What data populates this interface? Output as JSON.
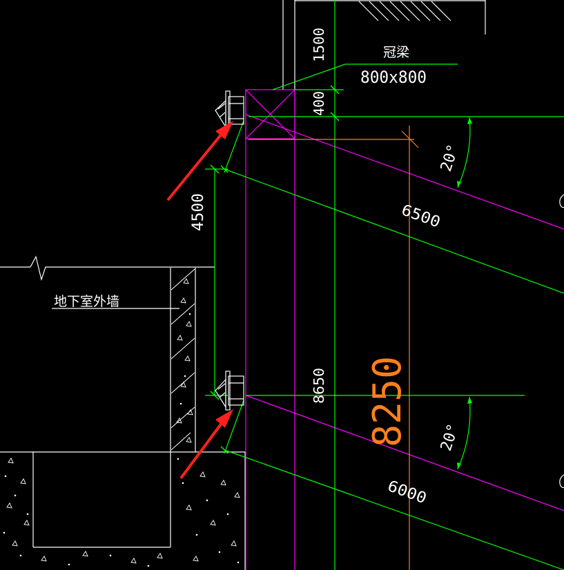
{
  "colors": {
    "background": "#000000",
    "white": "#ffffff",
    "green": "#00ff00",
    "magenta": "#ff00ff",
    "orange": "#ff7f1a",
    "red": "#ff2020"
  },
  "labels": {
    "crown_beam_title": "冠梁",
    "crown_beam_size": "800x800",
    "basement_wall": "地下室外墙",
    "dim_1500": "1500",
    "dim_400": "400",
    "dim_4500": "4500",
    "dim_8650": "8650",
    "dim_8250": "8250",
    "angle_top": "20°",
    "angle_bottom": "20°",
    "anchor_length_top": "6500",
    "anchor_length_bottom": "6000"
  }
}
